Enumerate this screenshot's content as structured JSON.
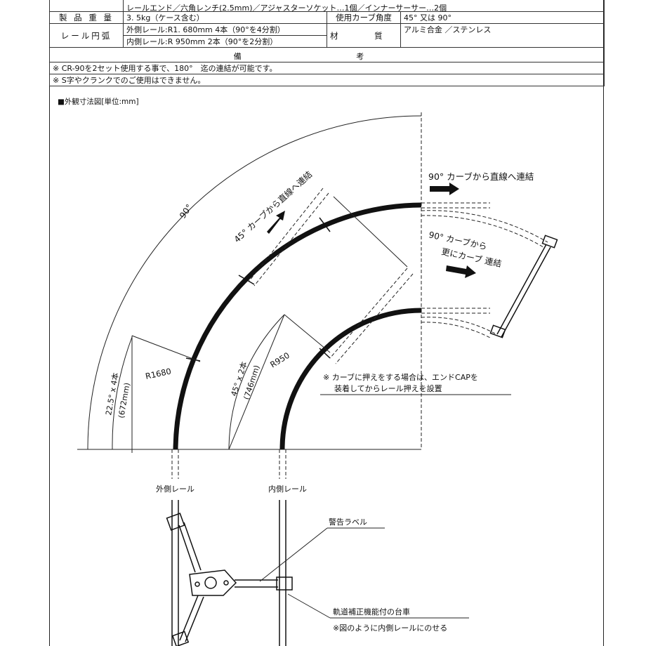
{
  "spec": {
    "top_partial": "レールエンド／六角レンチ(2.5mm)／アジャスターソケット…1個／インナーサーサー…2個",
    "weight_label": "製 品 重 量",
    "weight_value": "3. 5kg（ケース含む）",
    "curve_angle_label": "使用カーブ角度",
    "curve_angle_value": "45° 又は 90°",
    "rail_arc_label": "レール円弧",
    "outer_rail_value": "外側レール:R1. 680mm 4本（90°を4分割）",
    "inner_rail_value": "内側レール:R 950mm 2本（90°を2分割）",
    "material_label": "材 質",
    "material_value": "アルミ合金 ／ステンレス",
    "remarks_label": "備 考",
    "note1": "※ CR-90を2セット使用する事で、180°　迄の連結が可能です。",
    "note2": "※ S字やクランクでのご使用はできません。"
  },
  "drawing": {
    "section_title": "■外観寸法図[単位:mm]",
    "angle_90": "90°",
    "label_45_connect": "45° カーブから直線へ連結",
    "label_90_connect": "90° カーブから直線へ連結",
    "label_90_further_1": "90° カーブから",
    "label_90_further_2": "更にカーブ 連結",
    "r1680": "R1680",
    "r950": "R950",
    "outer_angle": "22.5° x 4本",
    "outer_length": "(672mm)",
    "inner_angle": "45° x 2本",
    "inner_length": "(746mm)",
    "endcap_note_1": "※ カーブに押えをする場合は、エンドCAPを",
    "endcap_note_2": "装着してからレール押えを設置",
    "outer_rail_label": "外側レール",
    "inner_rail_label": "内側レール",
    "warning_label": "警告ラベル",
    "cart_label": "軌道補正機能付の台車",
    "cart_note": "※図のように内側レールにのせる"
  }
}
